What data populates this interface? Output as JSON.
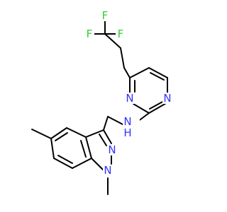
{
  "molecule": {
    "colors": {
      "bond": "#000000",
      "carbon": "#000000",
      "nitrogen": "#3333ff",
      "fluorine": "#33cc33",
      "background": "#ffffff"
    },
    "labels": {
      "f_top": "F",
      "f_left": "F",
      "f_right": "F",
      "n_pyrimidine_upper": "N",
      "n_pyrimidine_lower": "N",
      "n_amine": "N",
      "h_amine": "H",
      "n_indazole_upper": "N",
      "n_indazole_lower": "N"
    }
  }
}
